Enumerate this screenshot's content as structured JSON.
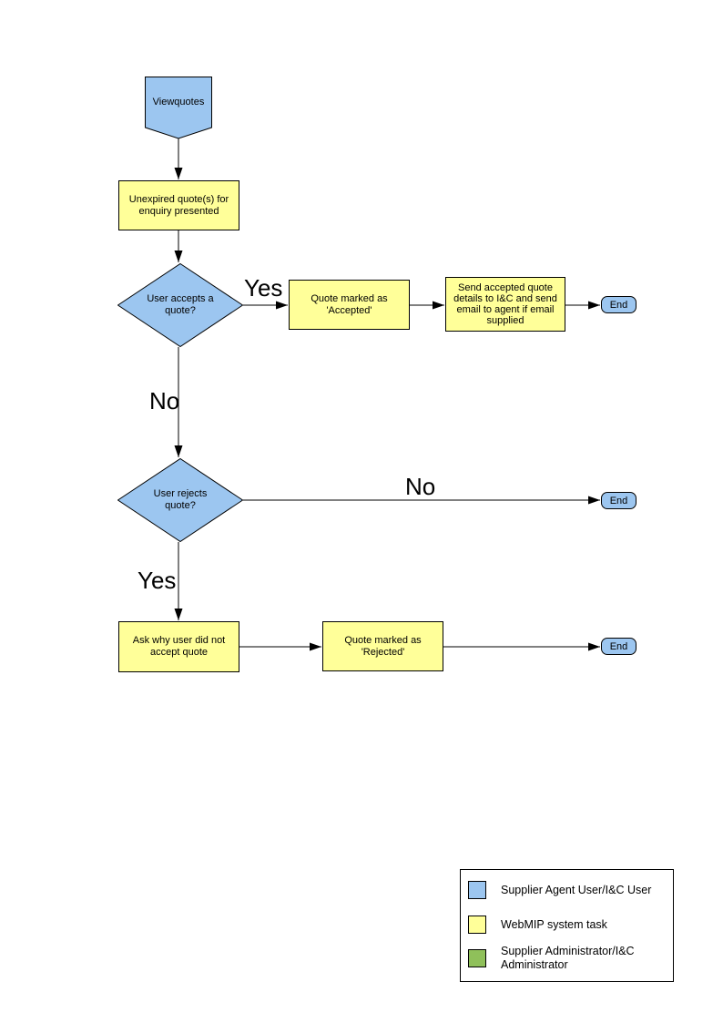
{
  "colors": {
    "user_role_fill": "#9CC6F0",
    "system_task_fill": "#FFFF99",
    "admin_role_fill": "#8FC05A",
    "shape_border": "#000000",
    "connector": "#000000"
  },
  "nodes": {
    "start": "Viewquotes",
    "present_quotes": "Unexpired quote(s) for enquiry presented",
    "accept_decision": "User accepts a quote?",
    "mark_accepted": "Quote marked as 'Accepted'",
    "send_details": "Send accepted quote details to I&C and send email to agent if email supplied",
    "reject_decision": "User rejects quote?",
    "ask_why": "Ask why user did not accept quote",
    "mark_rejected": "Quote marked as 'Rejected'",
    "end_accept": "End",
    "end_no_reject": "End",
    "end_reject": "End"
  },
  "edge_labels": {
    "accept_yes": "Yes",
    "accept_no": "No",
    "reject_no": "No",
    "reject_yes": "Yes"
  },
  "legend": {
    "items": [
      {
        "label": "Supplier Agent User/I&C User",
        "color": "#9CC6F0"
      },
      {
        "label": "WebMIP system task",
        "color": "#FFFF99"
      },
      {
        "label": "Supplier Administrator/I&C Administrator",
        "color": "#8FC05A"
      }
    ]
  }
}
